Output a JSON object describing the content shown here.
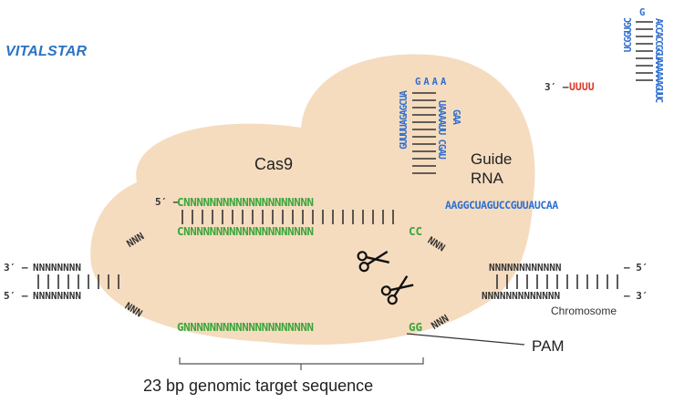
{
  "brand": {
    "logo_text": "VITALSTAR"
  },
  "labels": {
    "cas9": "Cas9",
    "guide_rna": "Guide\nRNA",
    "pam": "PAM",
    "chromosome": "Chromosome",
    "target": "23 bp genomic target sequence"
  },
  "strands": {
    "guide_spacer_prefix": "5′ –",
    "guide_spacer_seq": "CNNNNNNNNNNNNNNNNNNNN",
    "target_top_seq": "CNNNNNNNNNNNNNNNNNNNN",
    "target_top_pam": "CC",
    "bottom_strand_seq": "GNNNNNNNNNNNNNNNNNNNN",
    "bottom_strand_pam": "GG",
    "left_top_prefix": "3′ –",
    "left_top_seq": "NNNNNNNN",
    "left_bottom_prefix": "5′ –",
    "left_bottom_seq": "NNNNNNNN",
    "right_top_seq": "NNNNNNNNNNNN",
    "right_top_suffix": "–  5′",
    "right_bottom_seq": "NNNNNNNNNNNNN",
    "right_bottom_suffix": "–  3′",
    "bridge_top_left": "NNN",
    "bridge_top_right": "NNN",
    "bridge_bottom_left": "NNN",
    "bridge_bottom_right": "NNN",
    "guide_linker": "AAGGCUAGUCCGUUAUCAA",
    "stem_left": "GUUUUAGAGCUA",
    "stem_loop": "GAAA",
    "stem_right": "UAAAAUU CGAU",
    "stem_tail": "GAA",
    "tail_prefix": "3′ –",
    "tail_u": "UUUU",
    "hairpin_left": "UCGGUGC",
    "hairpin_right": "ACCACCGGUAAAAAAGUUC",
    "hairpin_loop": "G"
  },
  "colors": {
    "cas9_body": "#f5dcbf",
    "dna_green": "#3aa53a",
    "rna_blue": "#2e6fd0",
    "poly_u_red": "#e03a2a",
    "logo_blue": "#2a72c4"
  },
  "icons": [
    "scissors-icon",
    "scissors-icon"
  ]
}
